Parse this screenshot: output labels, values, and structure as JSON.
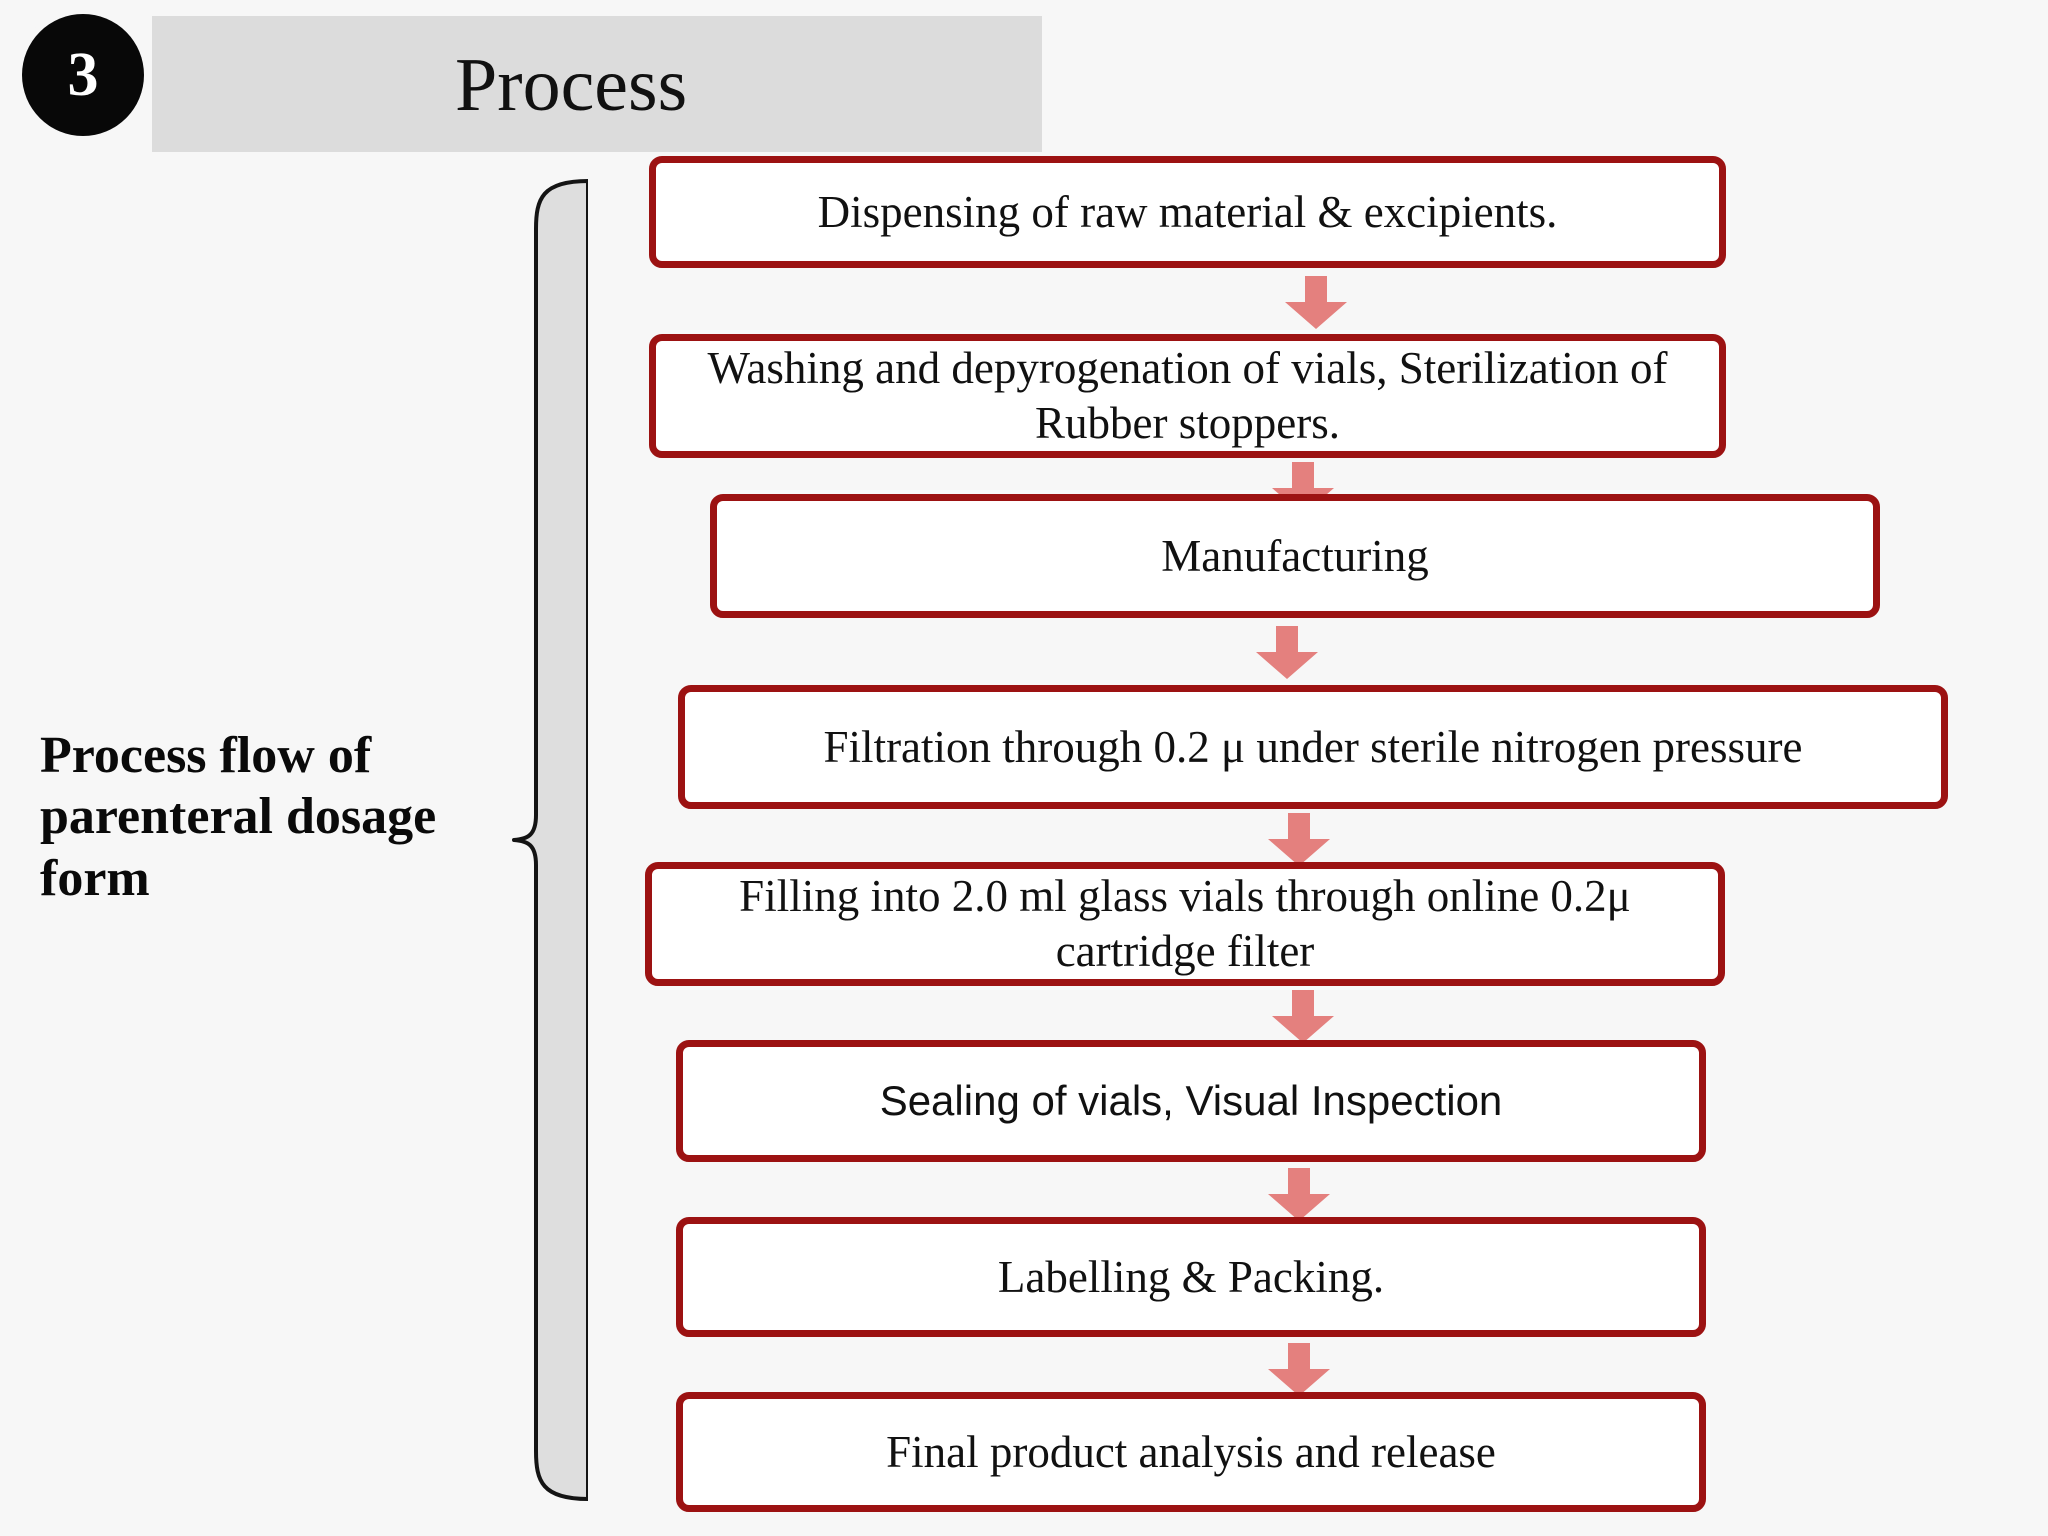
{
  "header": {
    "number": "3",
    "title": "Process",
    "band_color": "#dcdcdc",
    "badge_color": "#080808"
  },
  "caption": {
    "text": "Process flow of parenteral dosage form"
  },
  "colors": {
    "box_border": "#9c1212",
    "arrow_fill": "#e4807e",
    "brace_fill": "#dedede",
    "brace_stroke": "#141414",
    "background": "#f7f7f7"
  },
  "flow": {
    "steps": [
      {
        "label": "Dispensing of raw material & excipients.",
        "font": "serif"
      },
      {
        "label": "Washing and depyrogenation of vials, Sterilization of Rubber stoppers.",
        "font": "serif"
      },
      {
        "label": "Manufacturing",
        "font": "serif"
      },
      {
        "label": "Filtration through 0.2 μ  under sterile nitrogen pressure",
        "font": "serif"
      },
      {
        "label": "Filling into 2.0 ml glass vials through online 0.2μ cartridge filter",
        "font": "serif"
      },
      {
        "label": "Sealing of vials, Visual Inspection",
        "font": "sans"
      },
      {
        "label": "Labelling & Packing.",
        "font": "serif"
      },
      {
        "label": "Final product analysis and release",
        "font": "serif"
      }
    ],
    "connector_icon": "down-arrow-icon"
  }
}
